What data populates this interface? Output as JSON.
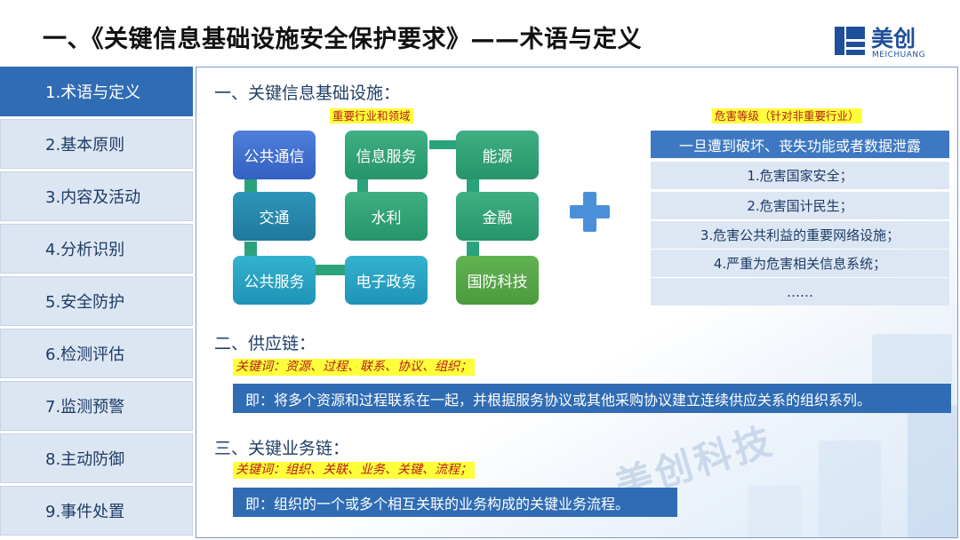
{
  "header": {
    "title": "一、《关键信息基础设施安全保护要求》——术语与定义",
    "logo_cn": "美创",
    "logo_en": "MEICHUANG"
  },
  "sidebar": {
    "items": [
      {
        "label": "1.术语与定义",
        "active": true
      },
      {
        "label": "2.基本原则"
      },
      {
        "label": "3.内容及活动"
      },
      {
        "label": "4.分析识别"
      },
      {
        "label": "5.安全防护"
      },
      {
        "label": "6.检测评估"
      },
      {
        "label": "7.监测预警"
      },
      {
        "label": "8.主动防御"
      },
      {
        "label": "9.事件处置"
      }
    ]
  },
  "section1": {
    "heading": "一、关键信息基础设施：",
    "industries_label": "重要行业和领域",
    "industries": [
      "公共通信",
      "信息服务",
      "能源",
      "交通",
      "水利",
      "金融",
      "公共服务",
      "电子政务",
      "国防科技"
    ],
    "risk_label": "危害等级（针对非重要行业）",
    "risk_header": "一旦遭到破坏、丧失功能或者数据泄露",
    "risk_items": [
      "1.危害国家安全；",
      "2.危害国计民生；",
      "3.危害公共利益的重要网络设施；",
      "4.严重为危害相关信息系统；",
      "……"
    ]
  },
  "section2": {
    "heading": "二、供应链：",
    "keywords": "关键词：资源、过程、联系、协议、组织；",
    "definition": "即：将多个资源和过程联系在一起，并根据服务协议或其他采购协议建立连续供应关系的组织系列。"
  },
  "section3": {
    "heading": "三、关键业务链：",
    "keywords": "关键词：组织、关联、业务、关键、流程；",
    "definition": "即：组织的一个或多个相互关联的业务构成的关键业务流程。"
  },
  "watermark": "美创科技",
  "colors": {
    "accent": "#2f6cb4",
    "highlight": "#ffff3a",
    "highlight_text": "#b71c1c"
  }
}
